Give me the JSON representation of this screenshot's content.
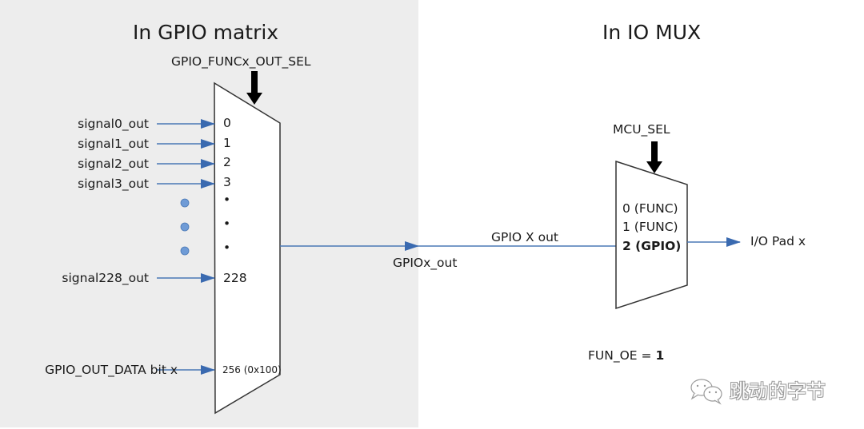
{
  "gpio_matrix": {
    "title": "In GPIO matrix",
    "select_signal": "GPIO_FUNCx_OUT_SEL",
    "inputs": [
      {
        "label": "signal0_out",
        "port": "0"
      },
      {
        "label": "signal1_out",
        "port": "1"
      },
      {
        "label": "signal2_out",
        "port": "2"
      },
      {
        "label": "signal3_out",
        "port": "3"
      },
      {
        "label": "signal228_out",
        "port": "228"
      },
      {
        "label": "GPIO_OUT_DATA bit x",
        "port": "256 (0x100)"
      }
    ],
    "ellipsis_ports": [
      "•",
      "•",
      "•"
    ],
    "output_label": "GPIOx_out"
  },
  "io_mux": {
    "title": "In IO MUX",
    "select_signal": "MCU_SEL",
    "input_label": "GPIO X out",
    "ports": [
      "0 (FUNC)",
      "1 (FUNC)",
      "2 (GPIO)"
    ],
    "output_label": "I/O Pad x",
    "oe_label": "FUN_OE = ",
    "oe_value": "1"
  },
  "colors": {
    "signal_line": "#4a78b5",
    "dot_fill": "#6f9bd6",
    "panel_bg": "#ededed"
  },
  "watermark": {
    "icon": "wechat-icon",
    "text": "跳动的字节"
  }
}
